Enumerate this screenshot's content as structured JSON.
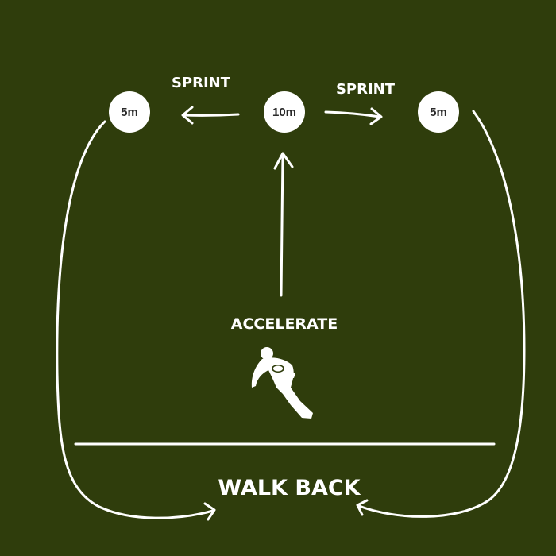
{
  "diagram": {
    "background": "#2f3d0c",
    "foreground": "#ffffff",
    "cones": [
      {
        "label": "5m"
      },
      {
        "label": "10m"
      },
      {
        "label": "5m"
      }
    ],
    "labels": {
      "sprint_left": "SPRINT",
      "sprint_right": "SPRINT",
      "accelerate": "ACCELERATE",
      "walk_back": "WALK BACK"
    },
    "icons": [
      "rugby-player-running-icon",
      "arrowhead-icon"
    ]
  }
}
